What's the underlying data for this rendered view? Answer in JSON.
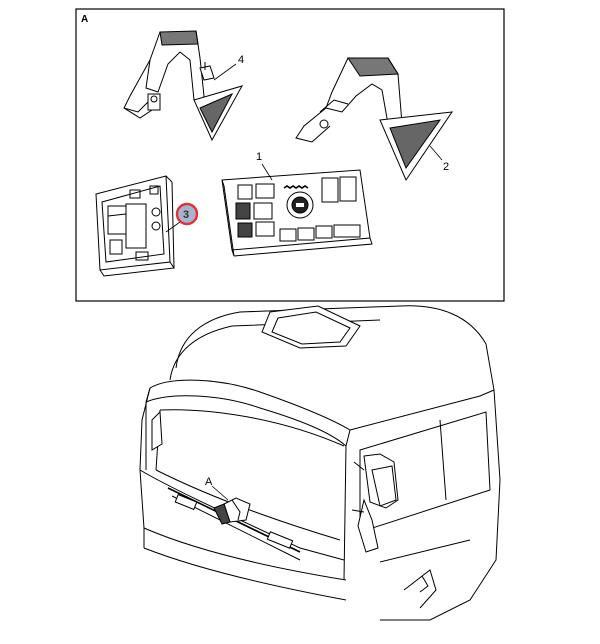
{
  "detail_frame": {
    "label": "A"
  },
  "callouts": {
    "part_1": "1",
    "part_2": "2",
    "part_3": "3",
    "part_4": "4"
  },
  "cab": {
    "view_marker": "A"
  },
  "colors": {
    "line": "#000000",
    "highlight_ring": "#e0303a",
    "highlight_fill": "#a9b4cc",
    "dark_fill": "#555555"
  },
  "icons": {
    "part_1": "switch-panel-icon",
    "part_2": "right-bracket-icon",
    "part_3": "frame-plate-icon",
    "part_4": "left-bracket-icon",
    "cab": "truck-cab-icon"
  }
}
